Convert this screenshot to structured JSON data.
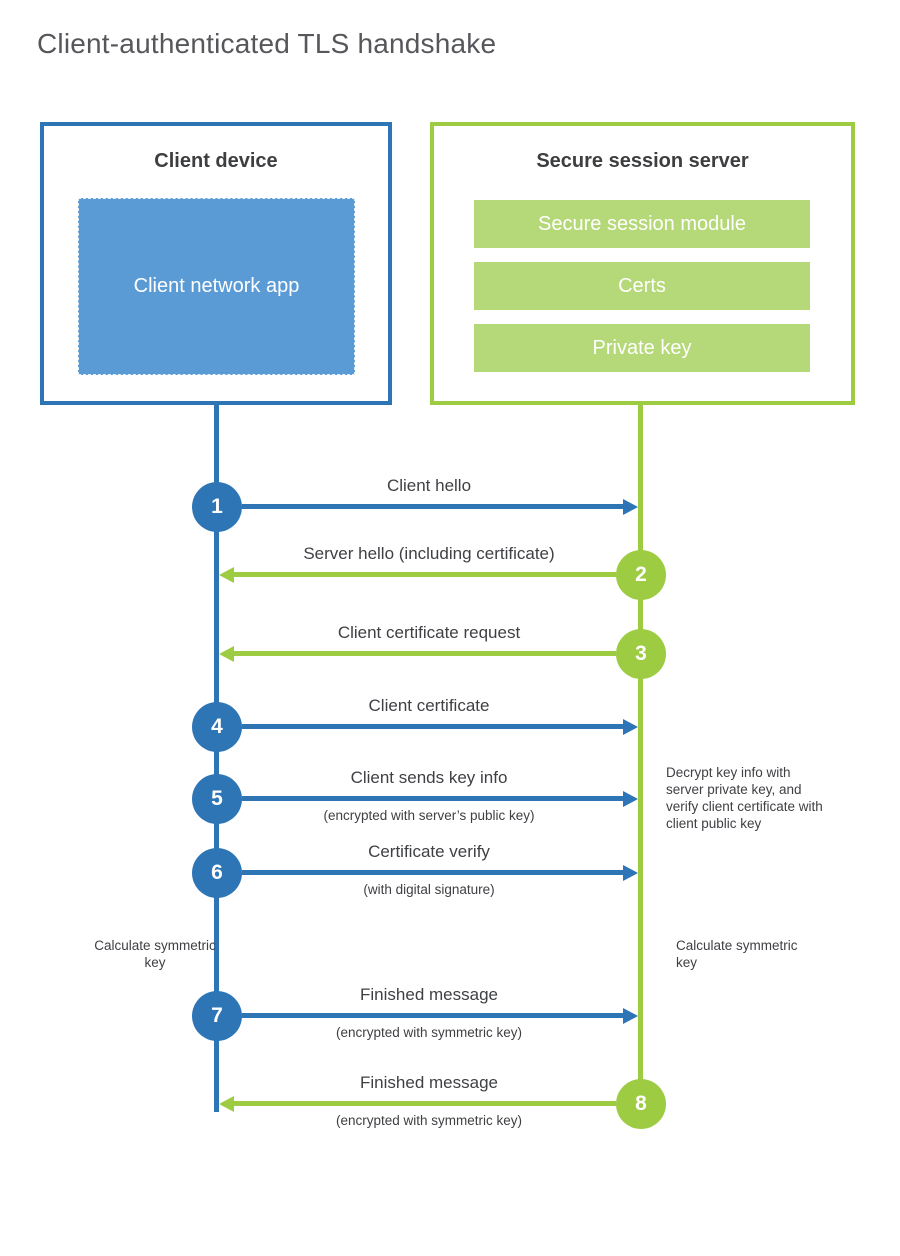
{
  "title": "Client-authenticated TLS handshake",
  "client": {
    "title": "Client device",
    "app_label": "Client network app"
  },
  "server": {
    "title": "Secure session server",
    "modules": [
      "Secure session module",
      "Certs",
      "Private key"
    ]
  },
  "messages": [
    {
      "num": "1",
      "from": "client",
      "direction": "right",
      "label": "Client hello",
      "sub": ""
    },
    {
      "num": "2",
      "from": "server",
      "direction": "left",
      "label": "Server hello (including certificate)",
      "sub": ""
    },
    {
      "num": "3",
      "from": "server",
      "direction": "left",
      "label": "Client certificate request",
      "sub": ""
    },
    {
      "num": "4",
      "from": "client",
      "direction": "right",
      "label": "Client certificate",
      "sub": ""
    },
    {
      "num": "5",
      "from": "client",
      "direction": "right",
      "label": "Client sends key info",
      "sub": "(encrypted with server’s public key)"
    },
    {
      "num": "6",
      "from": "client",
      "direction": "right",
      "label": "Certificate verify",
      "sub": "(with digital signature)"
    },
    {
      "num": "7",
      "from": "client",
      "direction": "right",
      "label": "Finished message",
      "sub": "(encrypted with symmetric key)"
    },
    {
      "num": "8",
      "from": "server",
      "direction": "left",
      "label": "Finished message",
      "sub": "(encrypted with symmetric key)"
    }
  ],
  "annotations": {
    "decrypt_note": "Decrypt key info with server private key, and verify client certificate with client public key",
    "calculate_left": "Calculate symmetric key",
    "calculate_right": "Calculate symmetric key"
  },
  "colors": {
    "client_blue": "#2e75b6",
    "client_fill": "#5b9bd5",
    "server_green": "#9dcb42",
    "server_fill": "#b5d878"
  }
}
